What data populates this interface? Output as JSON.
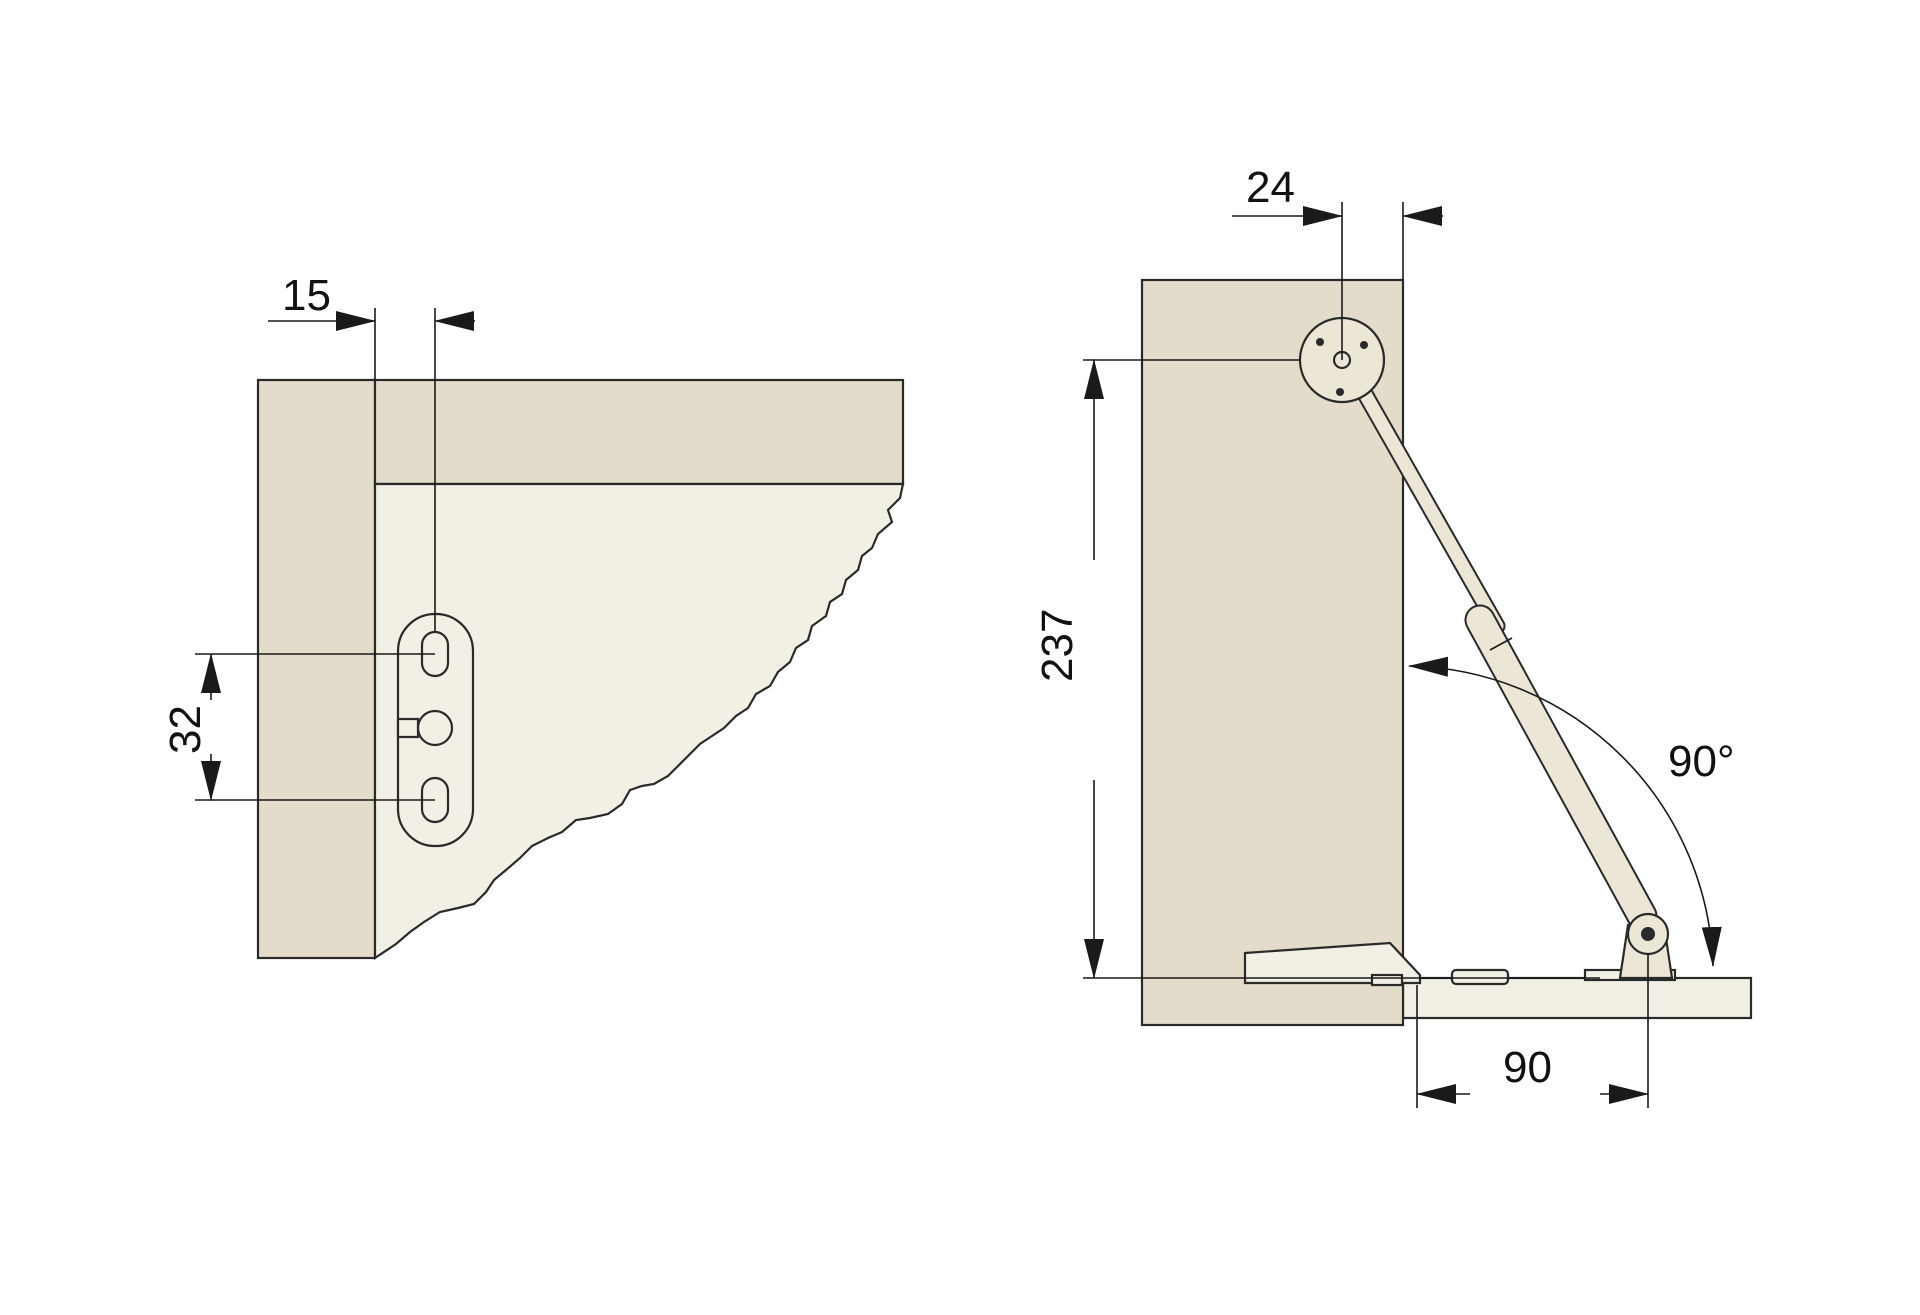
{
  "dimensions": {
    "left_offset": "15",
    "hole_spacing": "32",
    "right_offset": "24",
    "height": "237",
    "angle": "90°",
    "base_distance": "90"
  },
  "colors": {
    "panel": "#e4dccb",
    "panel_light": "#f2efe4",
    "hardware": "#ece6d6",
    "line": "#1a1a1a"
  }
}
